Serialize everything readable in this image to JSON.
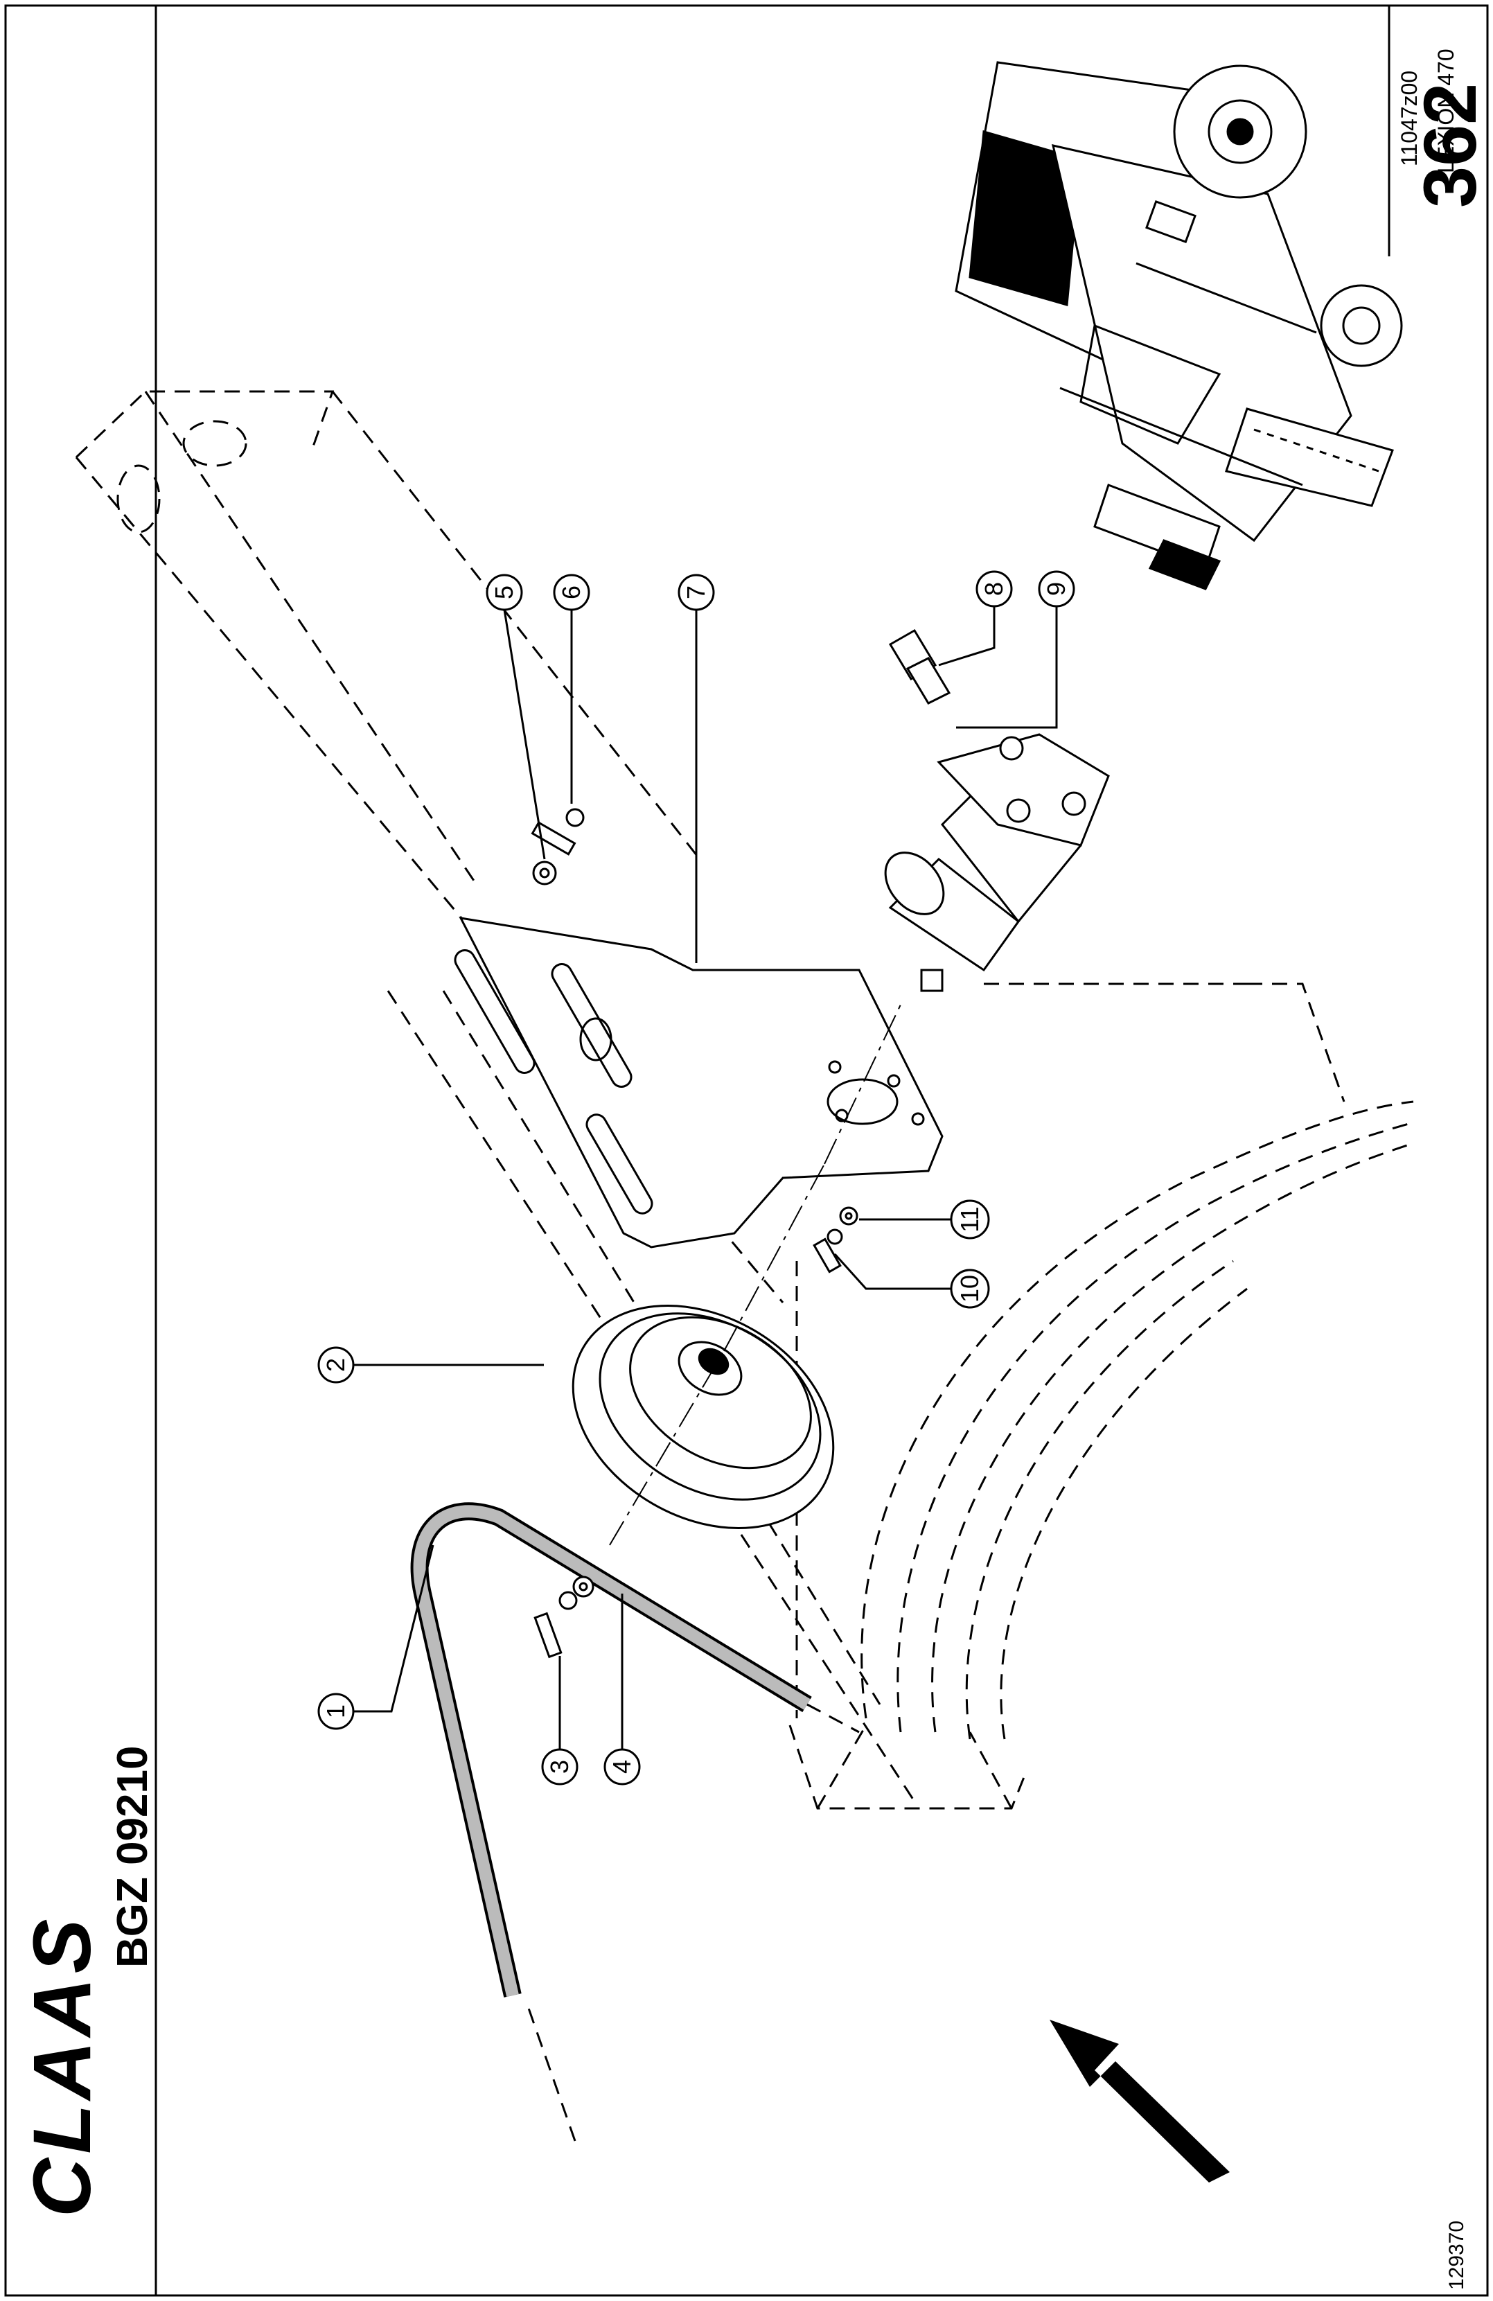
{
  "header": {
    "page_number": "362",
    "brand": "CLAAS",
    "group_code": "BGZ 09210",
    "drawing_number": "129370"
  },
  "machine": {
    "figure_ref": "11047z00",
    "model": "LEXION 470"
  },
  "callouts": [
    "1",
    "2",
    "3",
    "4",
    "5",
    "6",
    "7",
    "8",
    "9",
    "10",
    "11"
  ],
  "icons": {
    "direction": "direction-arrow-icon",
    "machine": "combine-harvester-illustration"
  }
}
